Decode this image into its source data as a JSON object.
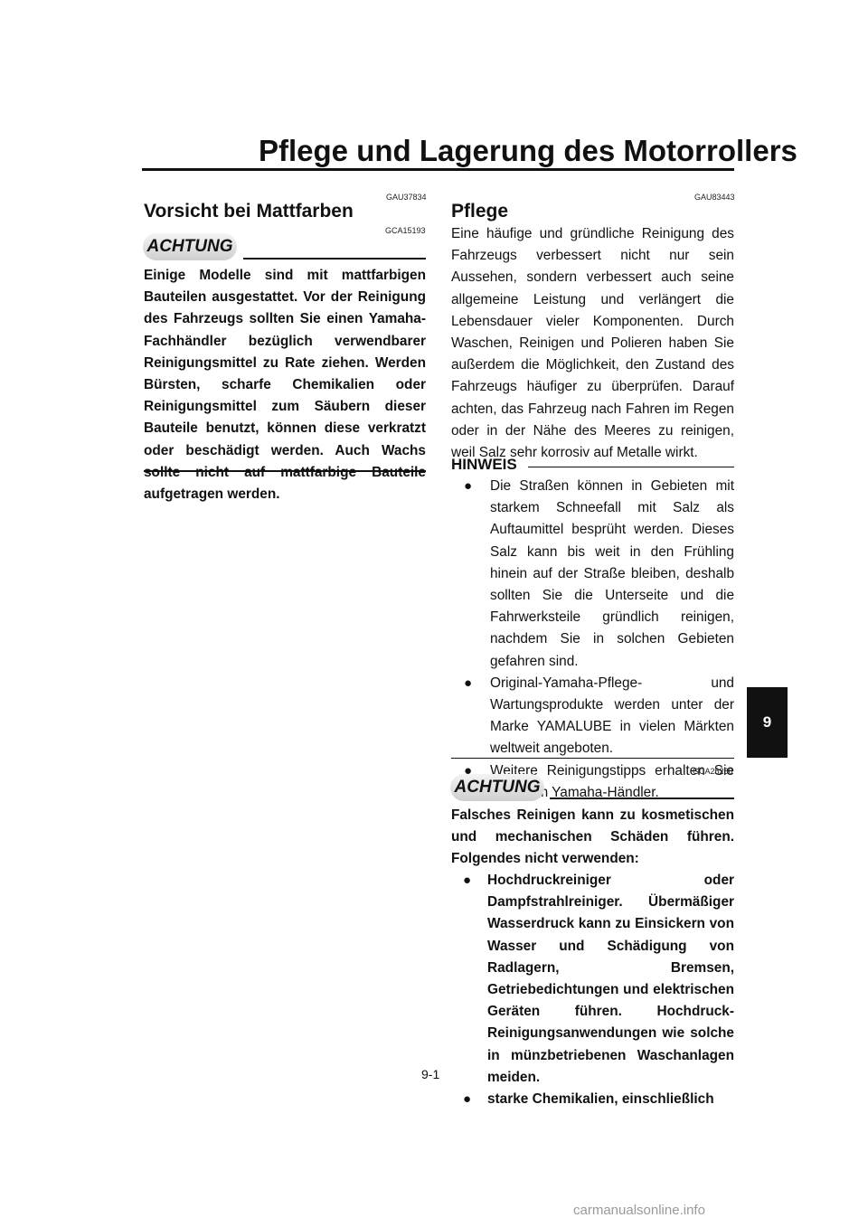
{
  "page": {
    "title": "Pflege und Lagerung des Motorrollers",
    "chapter_tab": "9",
    "page_number": "9-1",
    "watermark": "carmanualsonline.info"
  },
  "left": {
    "code": "GAU37834",
    "heading": "Vorsicht bei Mattfarben",
    "notice_code": "GCA15193",
    "notice_label": "ACHTUNG",
    "notice_text": "Einige Modelle sind mit mattfarbigen Bauteilen ausgestattet. Vor der Reinigung des Fahrzeugs sollten Sie einen Yamaha-Fachhändler bezüglich verwendbarer Reinigungsmittel zu Rate ziehen. Werden Bürsten, scharfe Chemikalien oder Reinigungsmittel zum Säubern dieser Bauteile benutzt, können diese verkratzt oder beschädigt werden. Auch Wachs sollte nicht auf mattfarbige Bauteile aufgetragen werden."
  },
  "right": {
    "code": "GAU83443",
    "heading": "Pflege",
    "body": "Eine häufige und gründliche Reinigung des Fahrzeugs verbessert nicht nur sein Aussehen, sondern verbessert auch seine allgemeine Leistung und verlängert die Lebensdauer vieler Komponenten. Durch Waschen, Reinigen und Polieren haben Sie außerdem die Möglichkeit, den Zustand des Fahrzeugs häufiger zu überprüfen. Darauf achten, das Fahrzeug nach Fahren im Regen oder in der Nähe des Meeres zu reinigen, weil Salz sehr korrosiv auf Metalle wirkt.",
    "hinweis_label": "HINWEIS",
    "hinweis_items": [
      "Die Straßen können in Gebieten mit starkem Schneefall mit Salz als Auftaumittel besprüht werden. Dieses Salz kann bis weit in den Frühling hinein auf der Straße bleiben, deshalb sollten Sie die Unterseite und die Fahrwerksteile gründlich reinigen, nachdem Sie in solchen Gebieten gefahren sind.",
      "Original-Yamaha-Pflege- und Wartungsprodukte werden unter der Marke YAMALUBE in vielen Märkten weltweit angeboten.",
      "Weitere Reinigungstipps erhalten Sie bei Ihrem Yamaha-Händler."
    ],
    "notice_code": "GCA26280",
    "notice_label": "ACHTUNG",
    "notice_intro": "Falsches Reinigen kann zu kosmetischen und mechanischen Schäden führen. Folgendes nicht verwenden:",
    "notice_items": [
      "Hochdruckreiniger oder Dampfstrahlreiniger. Übermäßiger Wasserdruck kann zu Einsickern von Wasser und Schädigung von Radlagern, Bremsen, Getriebedichtungen und elektrischen Geräten führen. Hochdruck-Reinigungsanwendungen wie solche in münzbetriebenen Waschanlagen meiden.",
      "starke Chemikalien, einschließlich"
    ],
    "bullet_glyph": "●"
  }
}
